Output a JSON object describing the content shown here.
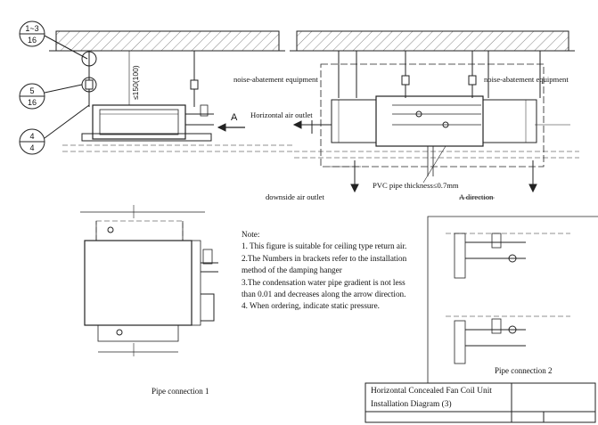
{
  "callouts": {
    "c1_top": "1~3",
    "c1_bottom": "16",
    "c2_top": "5",
    "c2_bottom": "16",
    "c3_top": "4",
    "c3_bottom": "4"
  },
  "dimension": "≤150(100)",
  "section_marker": "A",
  "labels": {
    "noise_left": "noise-abatement equipment",
    "noise_right": "noise-abatement equipment",
    "horizontal_outlet": "Horizontal air outlet",
    "downside_outlet": "downside air outlet",
    "pvc_pipe": "PVC pipe thickness≤0.7mm",
    "a_direction": "A direction",
    "pipe_conn_1": "Pipe connection 1",
    "pipe_conn_2": "Pipe connection 2"
  },
  "notes": {
    "heading": "Note:",
    "items": [
      "1. This figure is suitable for ceiling type return air.",
      "2.The Numbers in brackets refer to the installation",
      "method of the damping hanger",
      "3.The condensation water pipe gradient is not less",
      "than 0.01 and decreases along the arrow direction.",
      "4. When ordering, indicate static pressure."
    ]
  },
  "title_block": {
    "line1": "Horizontal Concealed Fan Coil Unit",
    "line2": "Installation Diagram (3)"
  }
}
